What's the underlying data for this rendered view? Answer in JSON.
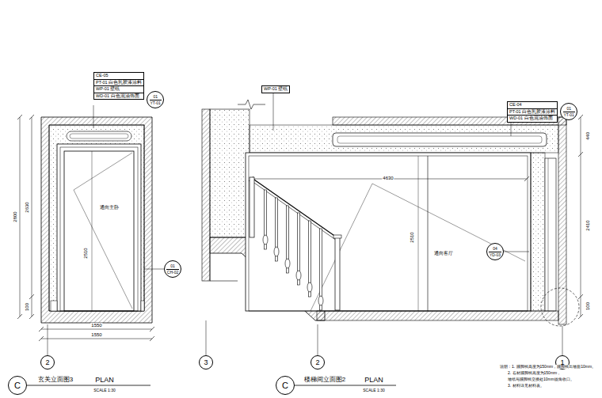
{
  "diagram": {
    "nodes": [
      {
        "text": [
          "CE-05",
          "PT-01 白色乳胶漆涂料",
          "WP-01 壁纸",
          "WD-01 白色混油饰面"
        ]
      },
      {
        "text": [
          "01",
          "YT-01"
        ]
      },
      {
        "text": [
          "01",
          "CH-02"
        ]
      },
      {
        "text": [
          "WP-01 壁纸"
        ]
      },
      {
        "text": [
          "CE-04",
          "PT-01 白色乳胶漆涂料",
          "WD-01 白色混油饰面"
        ]
      },
      {
        "text": [
          "01",
          "YT-01"
        ]
      },
      {
        "text": [
          "04",
          "YD-03"
        ]
      },
      {
        "text": [
          "2"
        ]
      },
      {
        "text": [
          "3"
        ]
      },
      {
        "text": [
          "2"
        ]
      },
      {
        "text": [
          "1"
        ]
      },
      {
        "text": [
          "C"
        ]
      },
      {
        "text": [
          "C"
        ]
      }
    ],
    "labels": [
      "通向主卧",
      "2800",
      "2630",
      "100",
      "2510",
      "1550",
      "1550",
      "4630",
      "通向客厅",
      "2510",
      "440",
      "2410",
      "100",
      "玄关立面图3",
      "PLAN",
      "SCALE 1:30",
      "楼梯间立面图2",
      "PLAN",
      "SCALE 1:30",
      "说明：1. 踢脚线高度为150mm，踢脚线出墙面10mm。",
      "2. 石材踢脚线高度为150mm，",
      "墙纸与踢脚线交接处10mm圆角收口。",
      "3. 材料详见材料表。"
    ]
  }
}
